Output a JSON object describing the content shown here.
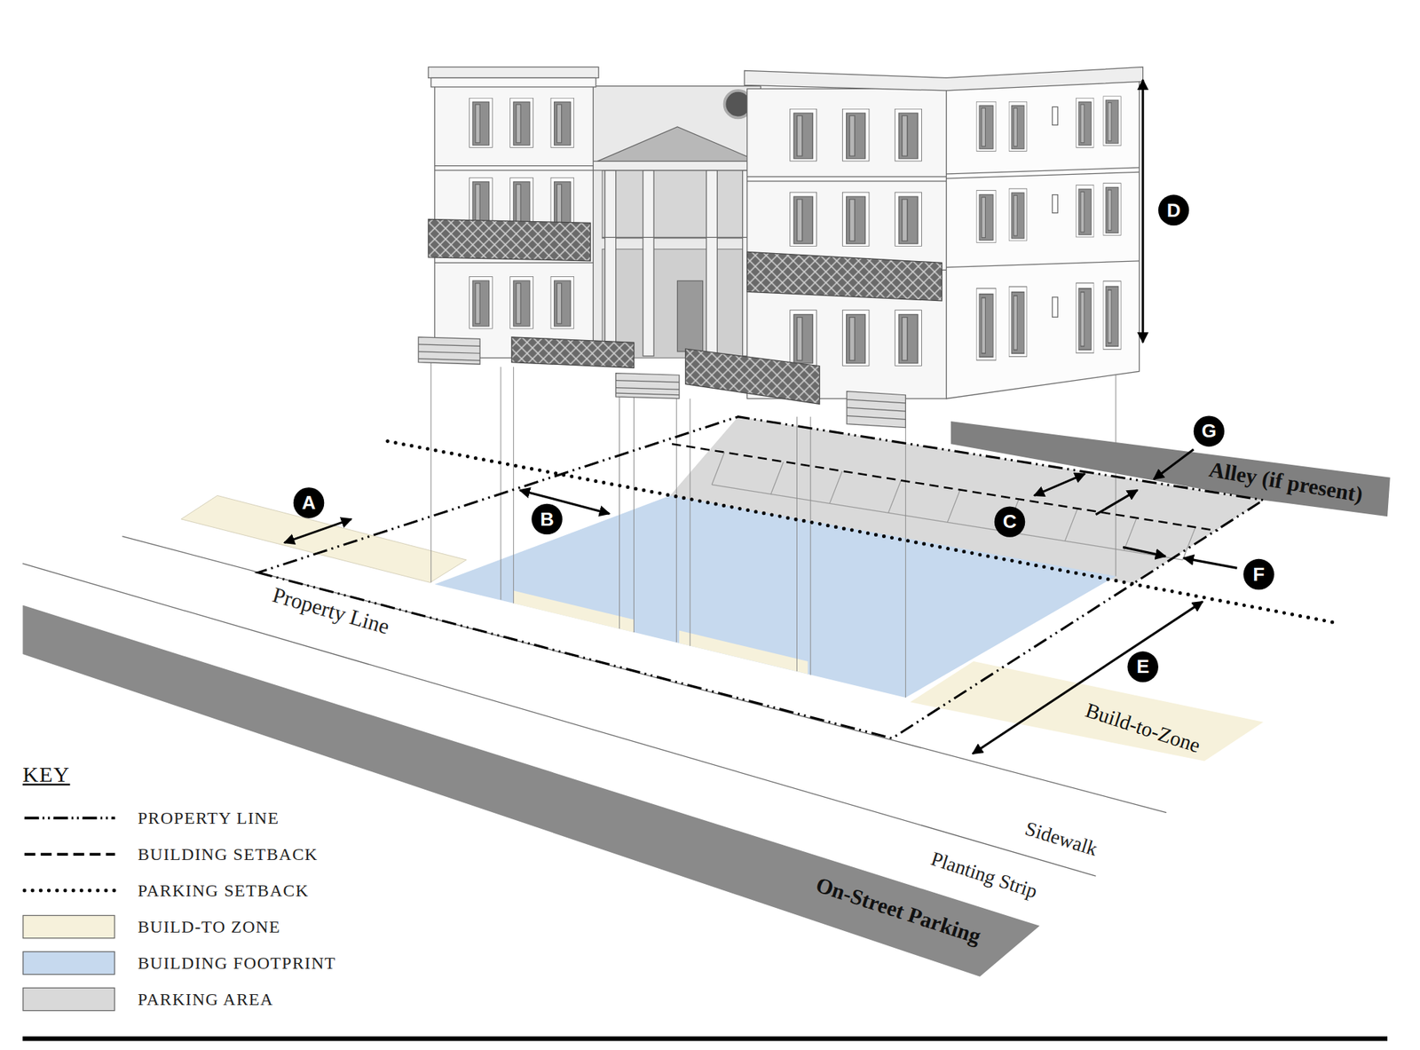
{
  "diagram": {
    "nodes": [
      {
        "text": [
          "Alley (if present)"
        ]
      },
      {
        "text": [
          "Build-to-Zone"
        ]
      },
      {
        "text": [
          "On-Street Parking"
        ]
      }
    ],
    "labels": [
      "D",
      "G",
      "A",
      "B",
      "C",
      "F",
      "Property Line",
      "E",
      "Sidewalk",
      "Planting Strip",
      "KEY"
    ],
    "legend": [
      {
        "text": "PROPERTY LINE"
      },
      {
        "text": "BUILDING SETBACK"
      },
      {
        "text": "PARKING SETBACK"
      },
      {
        "text": "BUILD-TO ZONE",
        "color": "#f6f1db"
      },
      {
        "text": "BUILDING FOOTPRINT",
        "color": "#c6d9ee"
      },
      {
        "text": "PARKING AREA",
        "color": "#d9d9d9"
      }
    ]
  }
}
